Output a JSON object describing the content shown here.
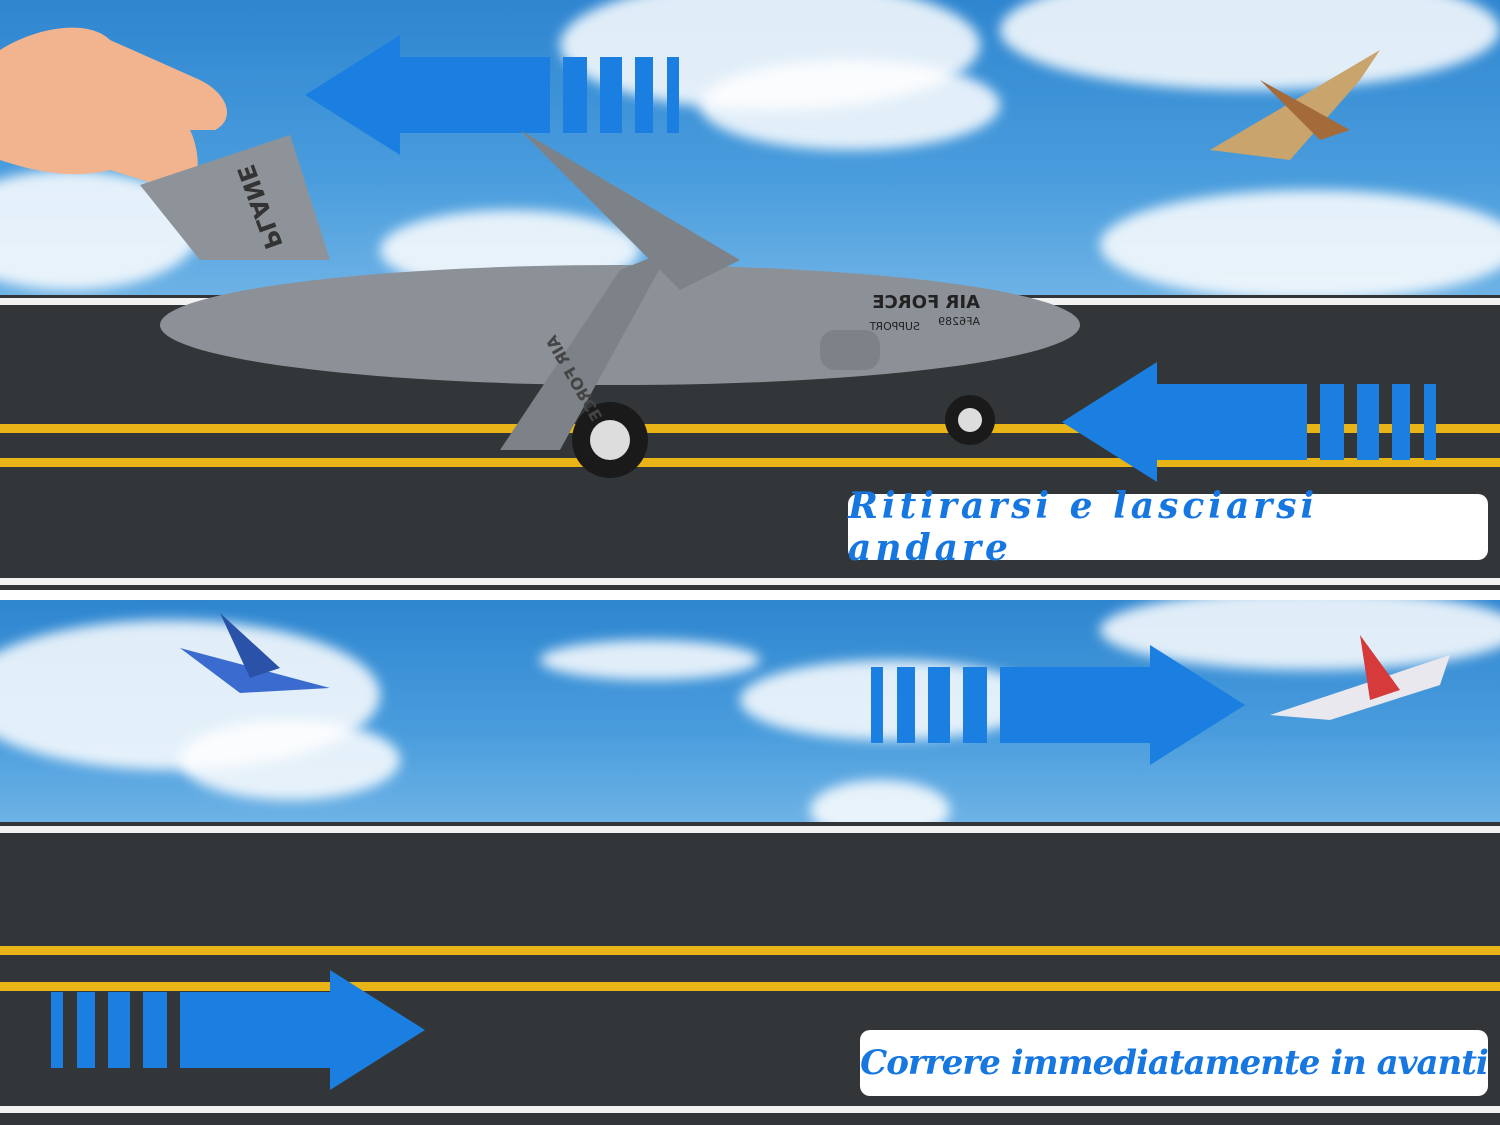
{
  "captions": {
    "pull_back": "Ritirarsi e lasciarsi andare",
    "run_forward": "Correre immediatamente in avanti"
  },
  "plane_markings": {
    "tail": "PLANE",
    "fuselage": "AIR FORCE",
    "serial": "AF6289",
    "sub": "SUPPORT",
    "wing": "AIR FORCE"
  },
  "colors": {
    "arrow": "#1a7fe0",
    "road": "#333638",
    "yellow_line": "#e8b416",
    "caption_text": "#1677e0"
  }
}
